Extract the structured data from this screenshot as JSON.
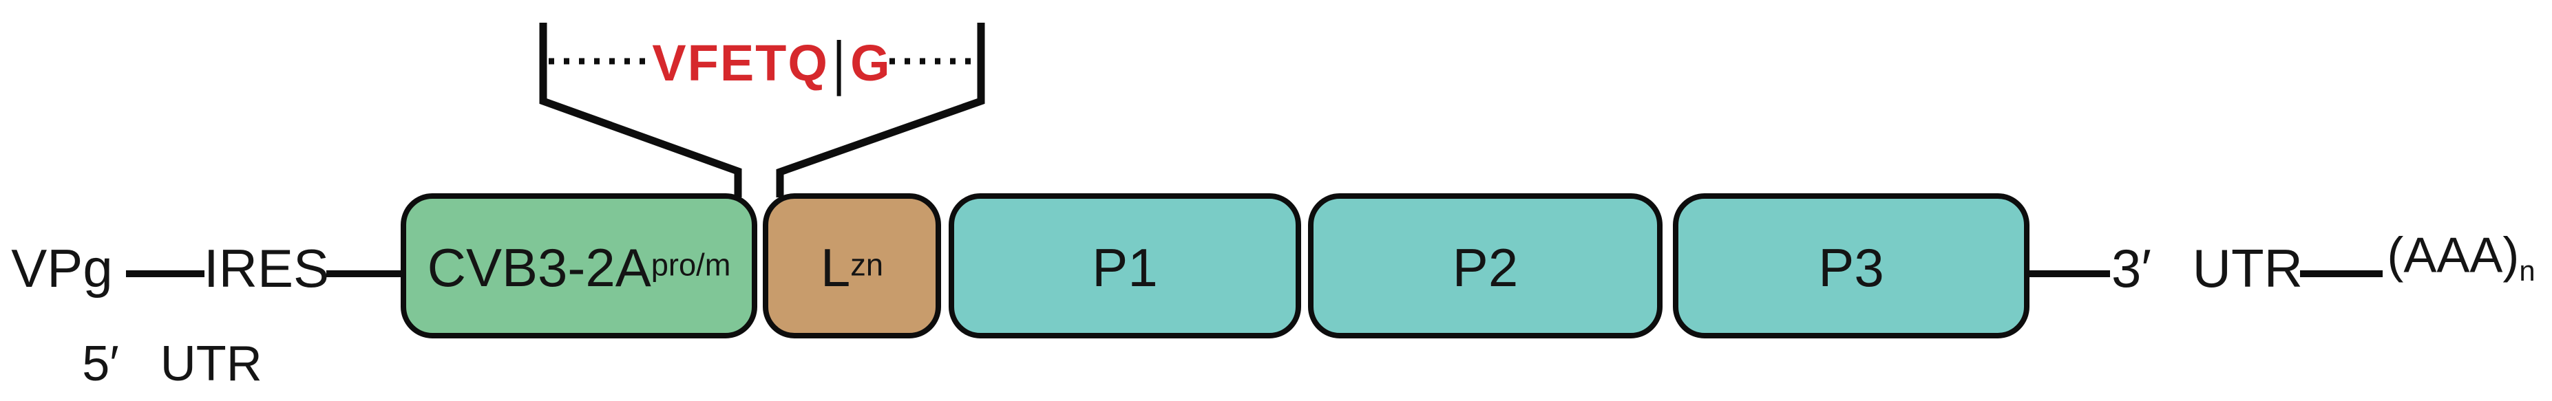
{
  "cleavage": {
    "sequence_left": "VFETQ",
    "separator": "|",
    "sequence_right": "G"
  },
  "labels": {
    "vpg": "VPg",
    "ires": "IRES",
    "five_prime_utr": "5′ UTR",
    "three_prime_utr": "3′ UTR",
    "poly_a_base": "(AAA)",
    "poly_a_subscript": "n"
  },
  "segments": [
    {
      "id": "cvb3-2a",
      "label": "CVB3-2A",
      "sup": "pro/m",
      "fill": "#80c697"
    },
    {
      "id": "l-zn",
      "label": "L",
      "sup": "zn",
      "fill": "#c89c6c"
    },
    {
      "id": "p1",
      "label": "P1",
      "sup": "",
      "fill": "#7accc6"
    },
    {
      "id": "p2",
      "label": "P2",
      "sup": "",
      "fill": "#7accc6"
    },
    {
      "id": "p3",
      "label": "P3",
      "sup": "",
      "fill": "#7accc6"
    }
  ],
  "colors": {
    "sequence_text": "#d6282c",
    "outline": "#0d0d0d",
    "segment_cvb3_2a": "#80c697",
    "segment_l_zn": "#c89c6c",
    "segment_p": "#7accc6"
  }
}
